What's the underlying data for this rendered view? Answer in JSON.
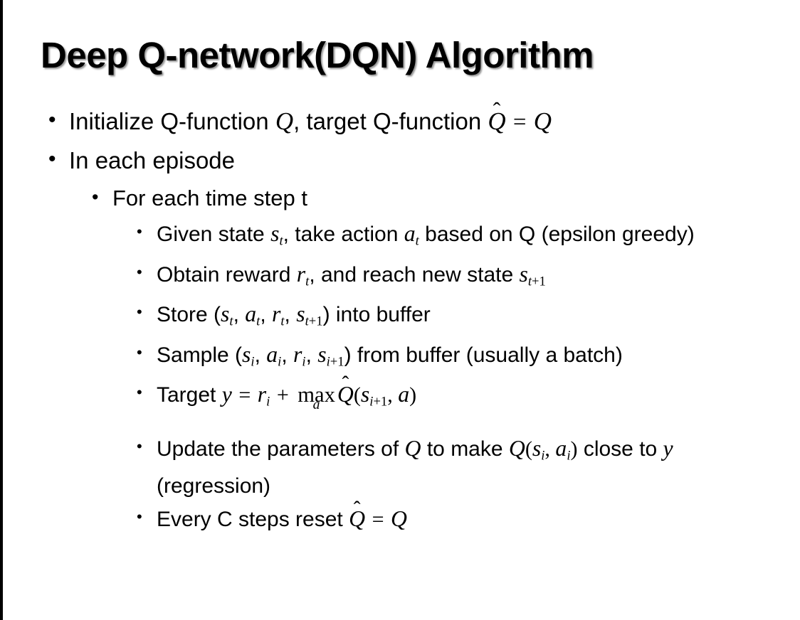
{
  "slide": {
    "title": "Deep Q-network(DQN) Algorithm",
    "background_color": "#ffffff",
    "text_color": "#000000",
    "left_edge_band_color": "#000000"
  },
  "bullets": {
    "marker_glyph": "•",
    "l1_initialize": {
      "pre": "Initialize Q-function ",
      "q1": "Q",
      "mid": ", target Q-function ",
      "qhat": "Q",
      "hat": "̂",
      "eq": " = ",
      "q2": "Q"
    },
    "l1_in_each_episode": "In each episode",
    "l2_for_each_time_step": "For each time step t",
    "l3_given_state": {
      "pre": "Given state ",
      "s": "s",
      "s_sub": "t",
      "mid": ", take action ",
      "a": "a",
      "a_sub": "t",
      "post": " based on Q (epsilon greedy)"
    },
    "l3_obtain_reward": {
      "pre": "Obtain reward ",
      "r": "r",
      "r_sub": "t",
      "mid": ", and reach new state ",
      "s": "s",
      "s_sub_var": "t",
      "s_sub_num": "+1"
    },
    "l3_store": {
      "pre": "Store (",
      "s1": "s",
      "s1_sub": "t",
      "sep1": ", ",
      "a1": "a",
      "a1_sub": "t",
      "sep2": ", ",
      "r1": "r",
      "r1_sub": "t",
      "sep3": ", ",
      "s2": "s",
      "s2_sub_var": "t",
      "s2_sub_num": "+1",
      "post": ") into buffer"
    },
    "l3_sample": {
      "pre": "Sample (",
      "s1": "s",
      "s1_sub": "i",
      "sep1": ", ",
      "a1": "a",
      "a1_sub": "i",
      "sep2": ", ",
      "r1": "r",
      "r1_sub": "i",
      "sep3": ", ",
      "s2": "s",
      "s2_sub_var": "i",
      "s2_sub_num": "+1",
      "post": ") from buffer (usually a batch)"
    },
    "l3_target": {
      "pre": "Target ",
      "y": "y",
      "eq": " = ",
      "r": "r",
      "r_sub": "i",
      "plus": " + ",
      "op": "max",
      "op_limit": "a",
      "qhat": "Q",
      "hat": "̂",
      "open": "(",
      "s": "s",
      "s_sub_var": "i",
      "s_sub_num": "+1",
      "comma": ", ",
      "a": "a",
      "close": ")"
    },
    "l3_update": {
      "pre": "Update the parameters of ",
      "q1": "Q",
      "mid": " to make ",
      "q2": "Q",
      "open": "(",
      "s": "s",
      "s_sub": "i",
      "comma": ", ",
      "a": "a",
      "a_sub": "i",
      "close": ")",
      "post": " close to ",
      "y": "y",
      "tail": " (regression)"
    },
    "l3_every_c": {
      "pre": "Every C steps reset ",
      "qhat": "Q",
      "hat": "̂",
      "eq": " = ",
      "q": "Q"
    }
  }
}
